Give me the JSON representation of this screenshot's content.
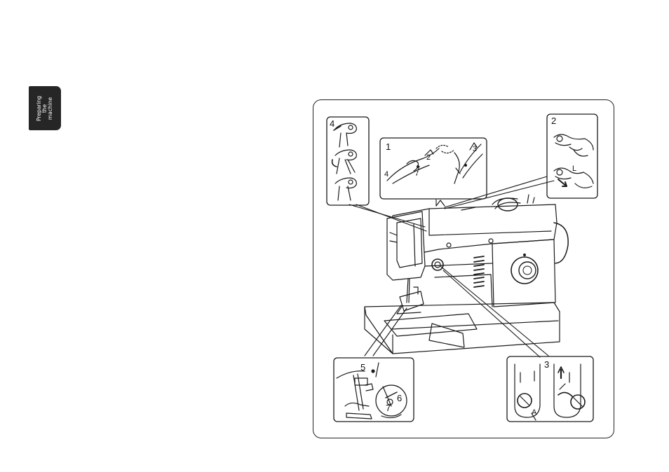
{
  "side_tab": {
    "lines": [
      "Preparing",
      "the",
      "machine"
    ]
  },
  "figure": {
    "callouts": {
      "step1": "1",
      "step2": "2",
      "step3": "3",
      "step4": "4",
      "step5": "5",
      "step6": "6",
      "step7": "7"
    },
    "inset_marks": {
      "i1a": "4",
      "i1b": "2",
      "i1c": "3",
      "i2": "L",
      "i3": "A"
    }
  }
}
